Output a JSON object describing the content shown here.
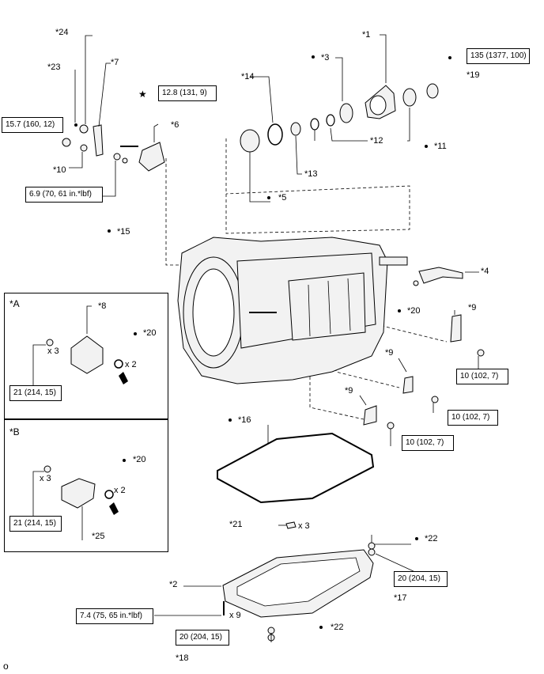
{
  "callouts": {
    "c1": "*1",
    "c2": "*2",
    "c3": "*3",
    "c4": "*4",
    "c5": "*5",
    "c6": "*6",
    "c7": "*7",
    "c8": "*8",
    "c9a": "*9",
    "c9b": "*9",
    "c9c": "*9",
    "c10": "*10",
    "c11": "*11",
    "c12": "*12",
    "c13": "*13",
    "c14": "*14",
    "c15": "*15",
    "c16": "*16",
    "c17": "*17",
    "c18": "*18",
    "c19": "*19",
    "c20a": "*20",
    "c20b": "*20",
    "c20c": "*20",
    "c21": "*21",
    "c22a": "*22",
    "c22b": "*22",
    "c23": "*23",
    "c24": "*24",
    "c25": "*25"
  },
  "torque": {
    "t135": "135 (1377, 100)",
    "t12_8": "12.8 (131, 9)",
    "t15_7": "15.7 (160, 12)",
    "t6_9": "6.9 (70, 61 in.*lbf)",
    "t21a": "21 (214, 15)",
    "t21b": "21 (214, 15)",
    "t10a": "10 (102, 7)",
    "t10b": "10 (102, 7)",
    "t10c": "10 (102, 7)",
    "t20a": "20 (204, 15)",
    "t20b": "20 (204, 15)",
    "t7_4": "7.4 (75, 65 in.*lbf)"
  },
  "quantities": {
    "qa3": "x 3",
    "qa2": "x 2",
    "qb3": "x 3",
    "qb2": "x 2",
    "q21": "x 3",
    "q9": "x 9"
  },
  "panels": {
    "a": "*A",
    "b": "*B"
  },
  "star": "★",
  "footer": "o"
}
